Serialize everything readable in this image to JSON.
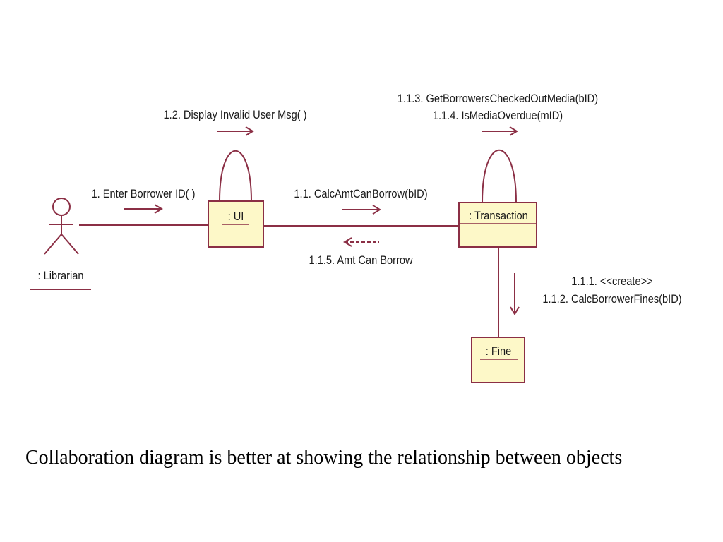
{
  "colors": {
    "line": "#8b2f45",
    "object_fill": "#fdf8c8",
    "text": "#1a1a1a"
  },
  "actor": {
    "name": ": Librarian"
  },
  "objects": {
    "ui": ": UI",
    "transaction": ": Transaction",
    "fine": ": Fine"
  },
  "messages": {
    "m1": "1. Enter Borrower ID( )",
    "m1_2": "1.2. Display Invalid User Msg( )",
    "m1_1": "1.1. CalcAmtCanBorrow(bID)",
    "m1_1_5": "1.1.5. Amt Can Borrow",
    "m1_1_3": "1.1.3. GetBorrowersCheckedOutMedia(bID)",
    "m1_1_4": "1.1.4. IsMediaOverdue(mID)",
    "m1_1_1": "1.1.1. <<create>>",
    "m1_1_2": "1.1.2. CalcBorrowerFines(bID)"
  },
  "caption": "Collaboration diagram is better at showing the relationship between objects"
}
